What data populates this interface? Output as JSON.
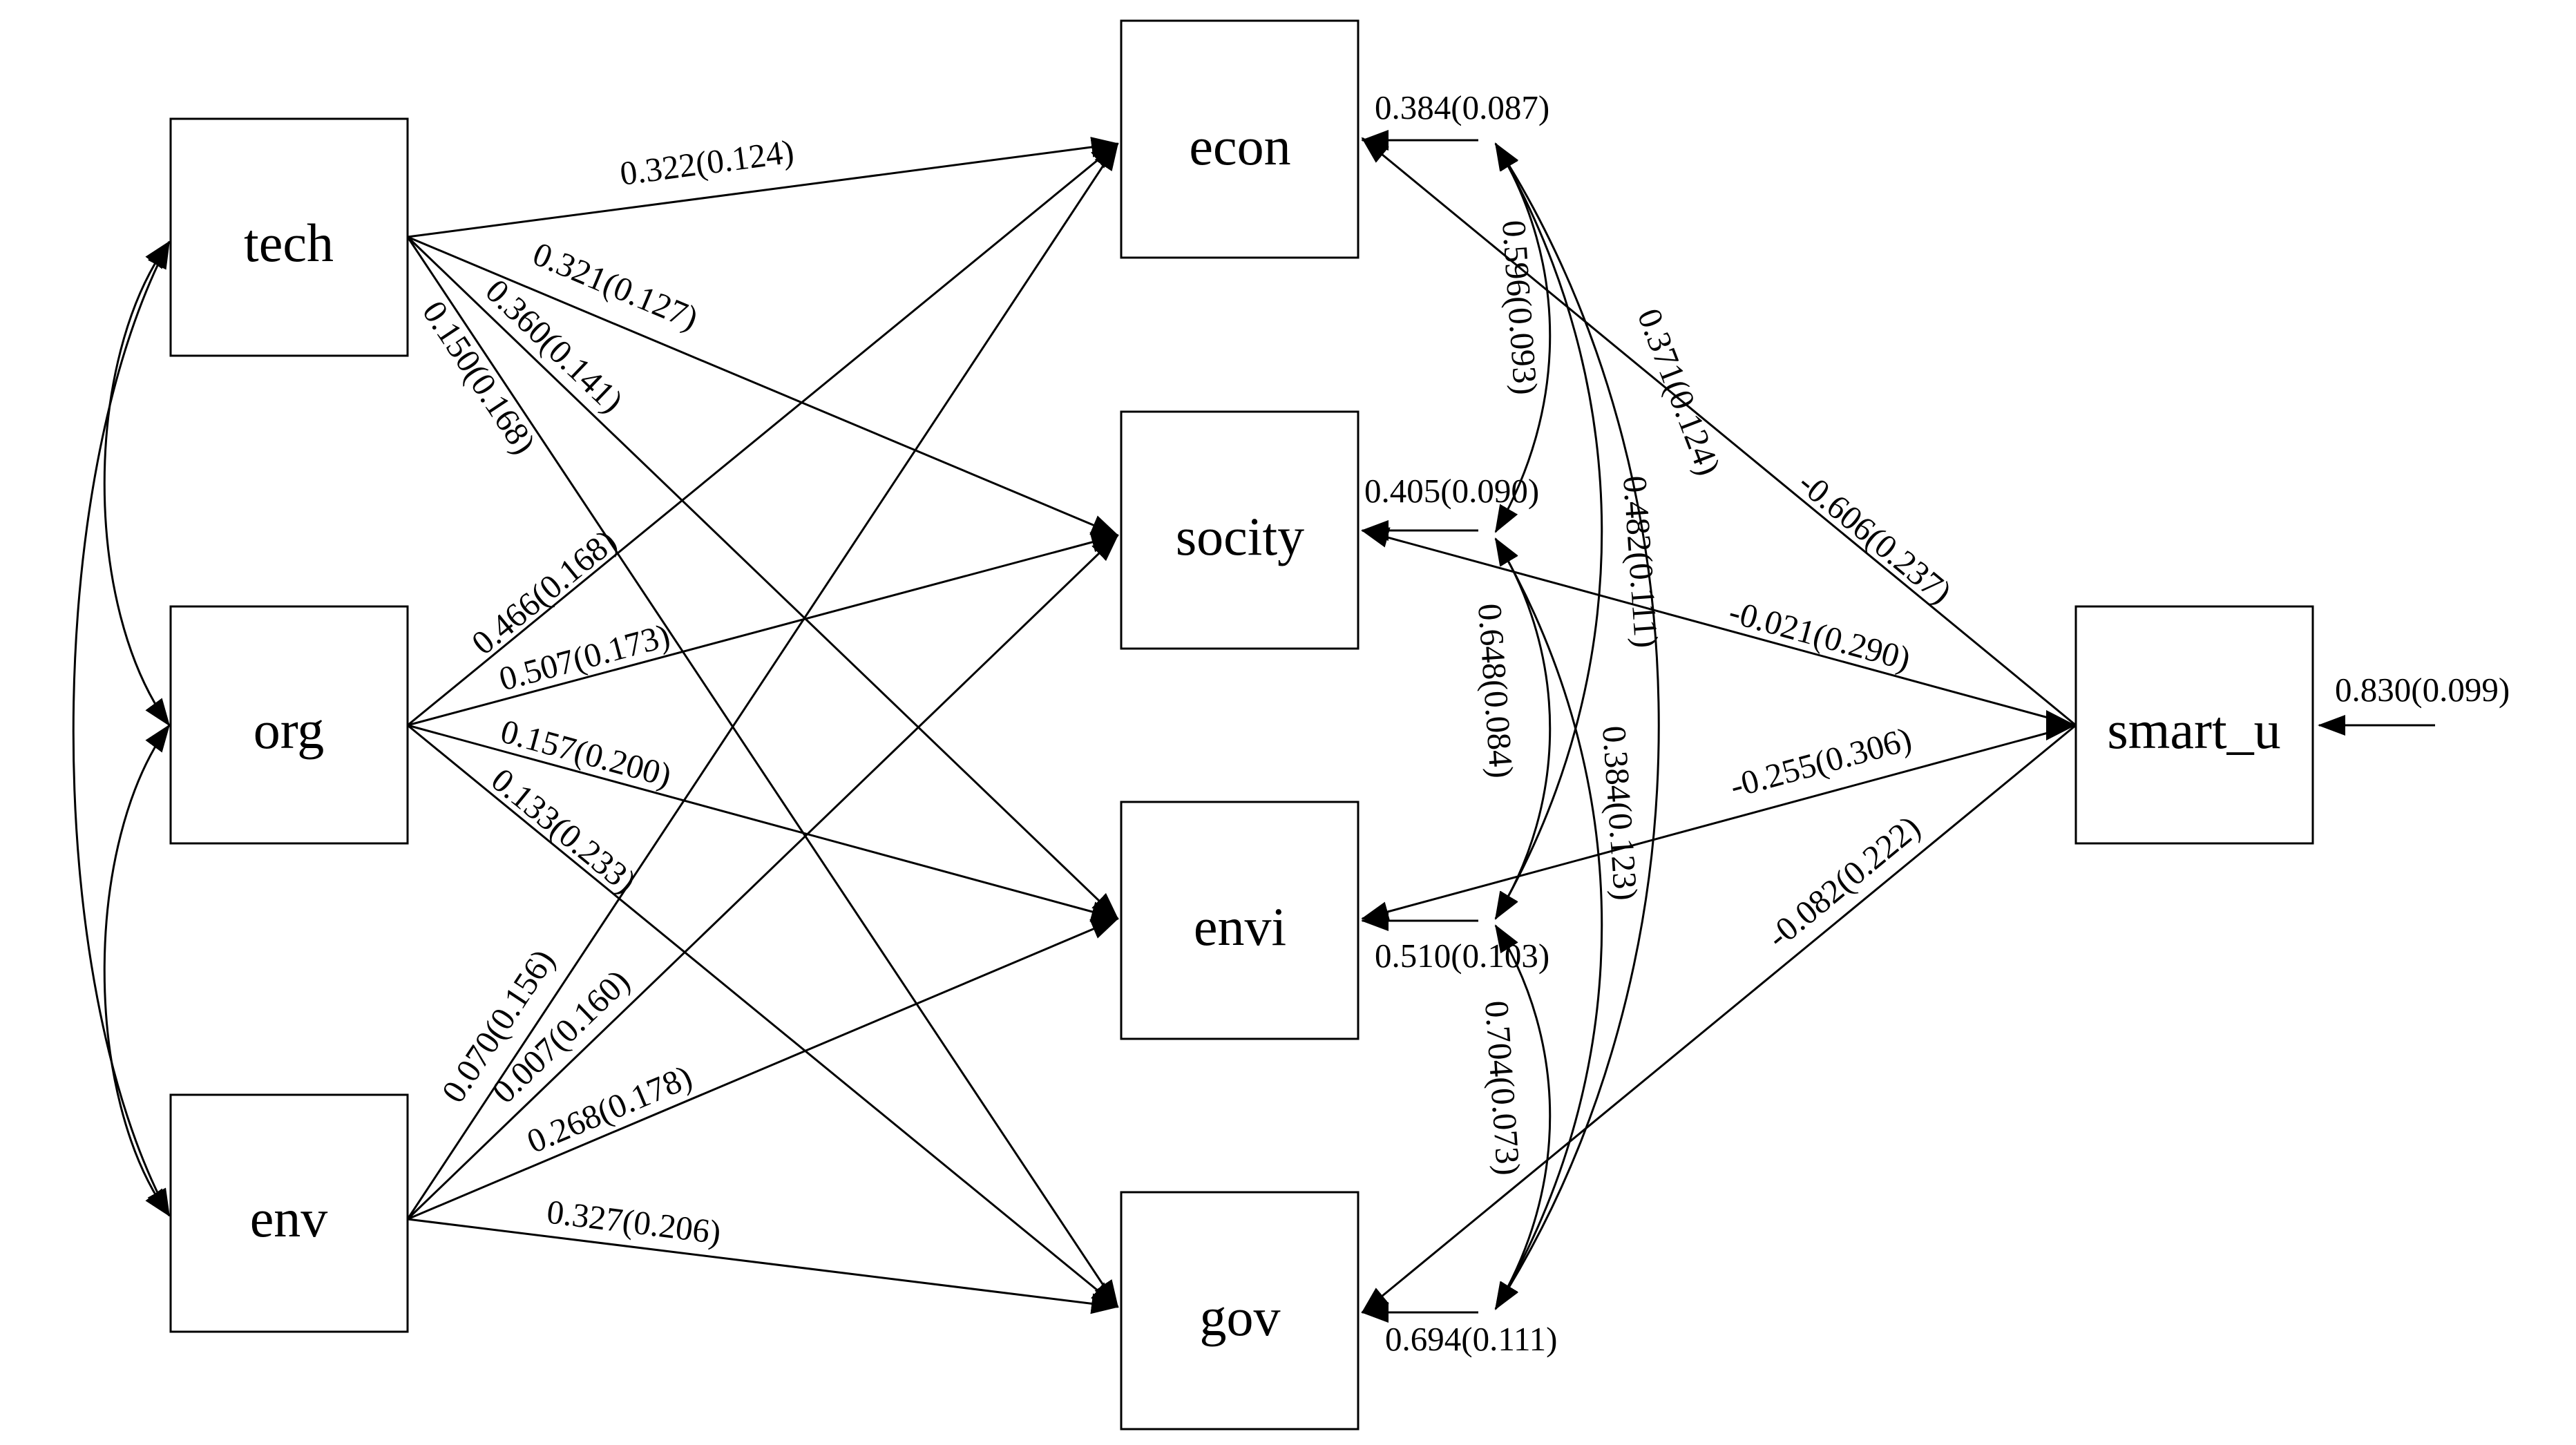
{
  "nodes": {
    "tech": "tech",
    "org": "org",
    "env": "env",
    "econ": "econ",
    "socity": "socity",
    "envi": "envi",
    "gov": "gov",
    "smart_u": "smart_u"
  },
  "paths": {
    "tech_econ": "0.322(0.124)",
    "tech_socity": "0.321(0.127)",
    "tech_envi": "0.360(0.141)",
    "tech_gov": "0.150(0.168)",
    "org_econ": "0.466(0.168)",
    "org_socity": "0.507(0.173)",
    "org_envi": "0.157(0.200)",
    "org_gov": "0.133(0.233)",
    "env_econ": "0.070(0.156)",
    "env_socity": "0.007(0.160)",
    "env_envi": "0.268(0.178)",
    "env_gov": "0.327(0.206)",
    "smartu_econ": "-0.606(0.237)",
    "smartu_socity": "-0.021(0.290)",
    "smartu_envi": "-0.255(0.306)",
    "smartu_gov": "-0.082(0.222)"
  },
  "residuals": {
    "econ": "0.384(0.087)",
    "socity": "0.405(0.090)",
    "envi": "0.510(0.103)",
    "gov": "0.694(0.111)",
    "smart_u": "0.830(0.099)"
  },
  "covariances": {
    "econ_socity": "0.596(0.093)",
    "econ_envi": "0.482(0.111)",
    "econ_gov": "0.371(0.124)",
    "socity_envi": "0.648(0.084)",
    "socity_gov": "0.384(0.123)",
    "envi_gov": "0.704(0.073)"
  }
}
